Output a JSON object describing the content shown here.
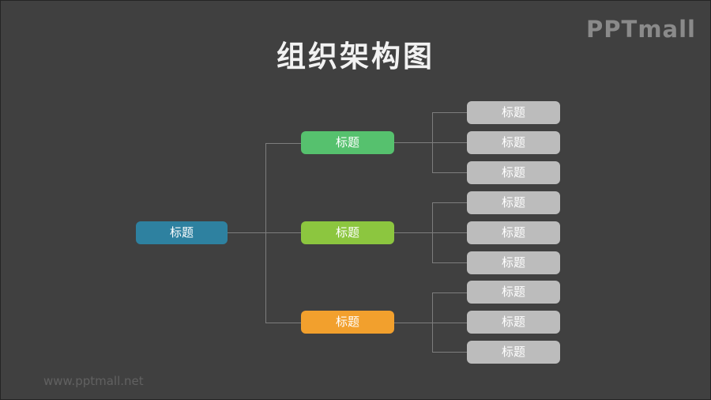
{
  "header": {
    "title": "组织架构图",
    "logo": "PPTmall"
  },
  "footer": {
    "watermark": "www.pptmall.net"
  },
  "colors": {
    "background": "#404040",
    "title_text": "#f2f2f2",
    "logo_text": "#8a8a8a",
    "watermark_text": "#616161",
    "connector": "#7d7d7d",
    "root_node": "#2e81a0",
    "branch_1": "#56c16e",
    "branch_2": "#8cc63f",
    "branch_3": "#f2a02d",
    "leaf_node": "#bcbcbc",
    "node_text": "#ffffff"
  },
  "org": {
    "root": {
      "label": "标题"
    },
    "branches": [
      {
        "label": "标题",
        "children": [
          {
            "label": "标题"
          },
          {
            "label": "标题"
          },
          {
            "label": "标题"
          }
        ]
      },
      {
        "label": "标题",
        "children": [
          {
            "label": "标题"
          },
          {
            "label": "标题"
          },
          {
            "label": "标题"
          }
        ]
      },
      {
        "label": "标题",
        "children": [
          {
            "label": "标题"
          },
          {
            "label": "标题"
          },
          {
            "label": "标题"
          }
        ]
      }
    ]
  }
}
